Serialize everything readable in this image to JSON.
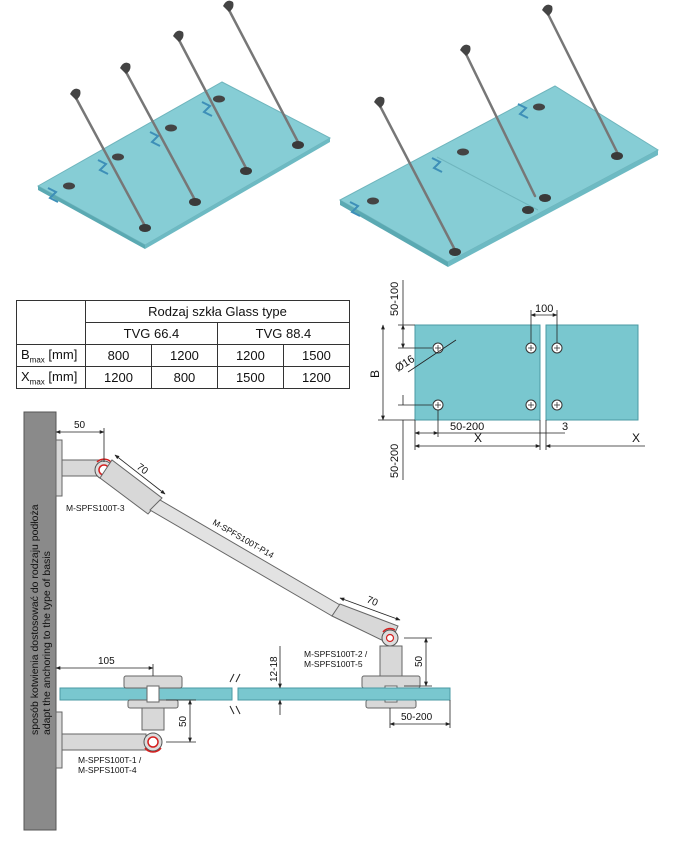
{
  "table": {
    "header": "Rodzaj szkła Glass type",
    "types": [
      "TVG 66.4",
      "TVG 88.4"
    ],
    "rows": [
      {
        "symbol": "B",
        "sub": "max",
        "unit": "[mm]",
        "values": [
          "800",
          "1200",
          "1200",
          "1500"
        ]
      },
      {
        "symbol": "X",
        "sub": "max",
        "unit": "[mm]",
        "values": [
          "1200",
          "800",
          "1500",
          "1200"
        ]
      }
    ]
  },
  "plan": {
    "top_offset": "50-100",
    "spacing": "100",
    "hole": "Ø16",
    "height": "B",
    "edge_dist": "50-200",
    "gap": "3",
    "bottom_offset": "50-200",
    "span_left": "X",
    "span_right": "X"
  },
  "section": {
    "wall_note_pl": "sposób kotwienia dostosować do rodzaju podłoża",
    "wall_note_en": "adapt the anchoring to the type of basis",
    "dim_top_offset": "50",
    "dim_upper_70": "70",
    "dim_lower_70": "70",
    "rod_label": "M-SPFS100T-P14",
    "top_fitting": "M-SPFS100T-3",
    "glass_fitting_2": "M-SPFS100T-2 /",
    "glass_fitting_5": "M-SPFS100T-5",
    "dim_right_50": "50",
    "dim_glass": "12-18",
    "dim_105": "105",
    "dim_lower_50": "50",
    "dim_edge": "50-200",
    "bottom_fitting_1": "M-SPFS100T-1 /",
    "bottom_fitting_4": "M-SPFS100T-4"
  },
  "colors": {
    "glass": "#79c7cf",
    "glass_dark": "#5aa9b2",
    "wall": "#8a8a8a",
    "accent_red": "#d42020"
  }
}
